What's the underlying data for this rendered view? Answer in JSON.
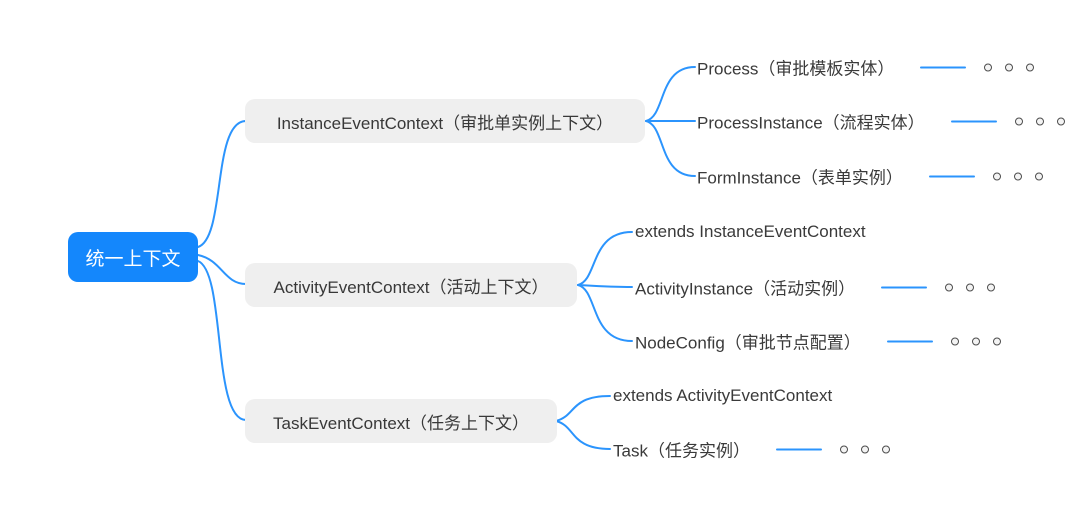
{
  "colors": {
    "root_fill": "#1487FC",
    "root_text": "#FFFFFF",
    "branch_fill": "#EFEFEF",
    "branch_text": "#383838",
    "connector": "#2B94FD"
  },
  "root": {
    "label": "统一上下文"
  },
  "branches": [
    {
      "label": "InstanceEventContext（审批单实例上下文）",
      "children": [
        {
          "label": "Process（审批模板实体）",
          "more": "。。。"
        },
        {
          "label": "ProcessInstance（流程实体）",
          "more": "。。。"
        },
        {
          "label": "FormInstance（表单实例）",
          "more": "。。。"
        }
      ]
    },
    {
      "label": "ActivityEventContext（活动上下文）",
      "children": [
        {
          "label": "extends InstanceEventContext"
        },
        {
          "label": "ActivityInstance（活动实例）",
          "more": "。。。"
        },
        {
          "label": "NodeConfig（审批节点配置）",
          "more": "。。。"
        }
      ]
    },
    {
      "label": "TaskEventContext（任务上下文）",
      "children": [
        {
          "label": "extends ActivityEventContext"
        },
        {
          "label": "Task（任务实例）",
          "more": "。。。"
        }
      ]
    }
  ]
}
